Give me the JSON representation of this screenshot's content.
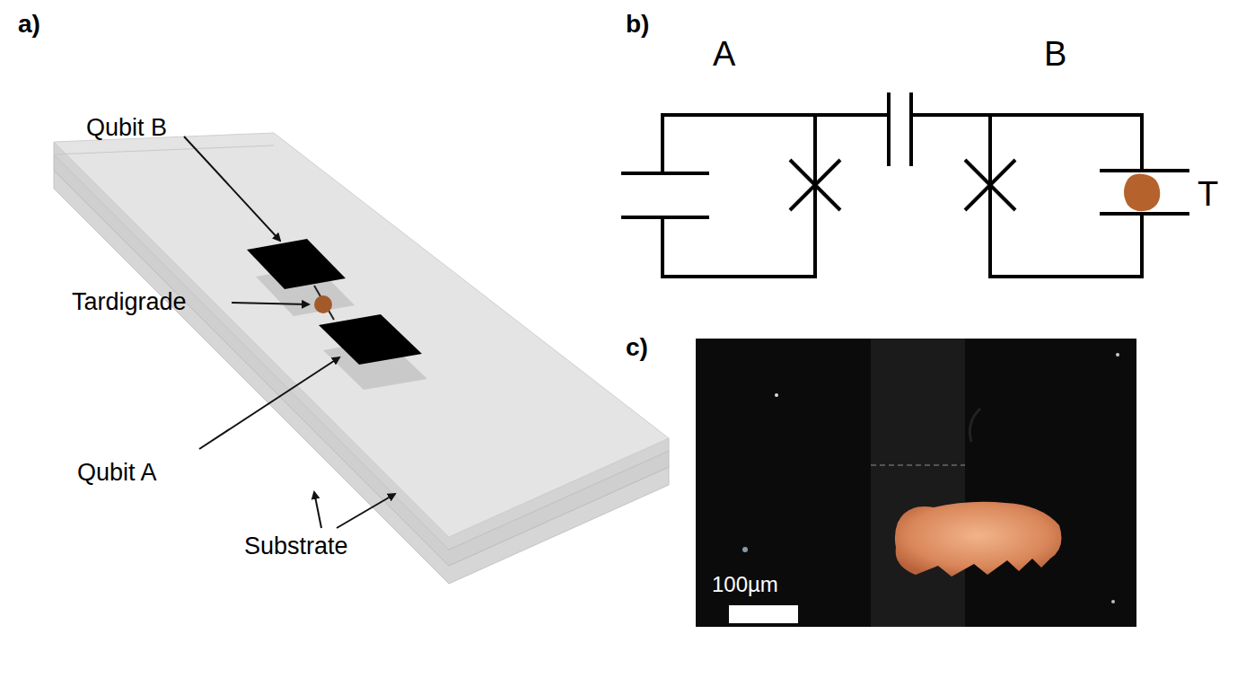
{
  "diagram": {
    "labels": [
      "a)",
      "Qubit B",
      "Tardigrade",
      "Qubit A",
      "Substrate",
      "b)",
      "A",
      "B",
      "T",
      "c)",
      "100µm"
    ]
  }
}
